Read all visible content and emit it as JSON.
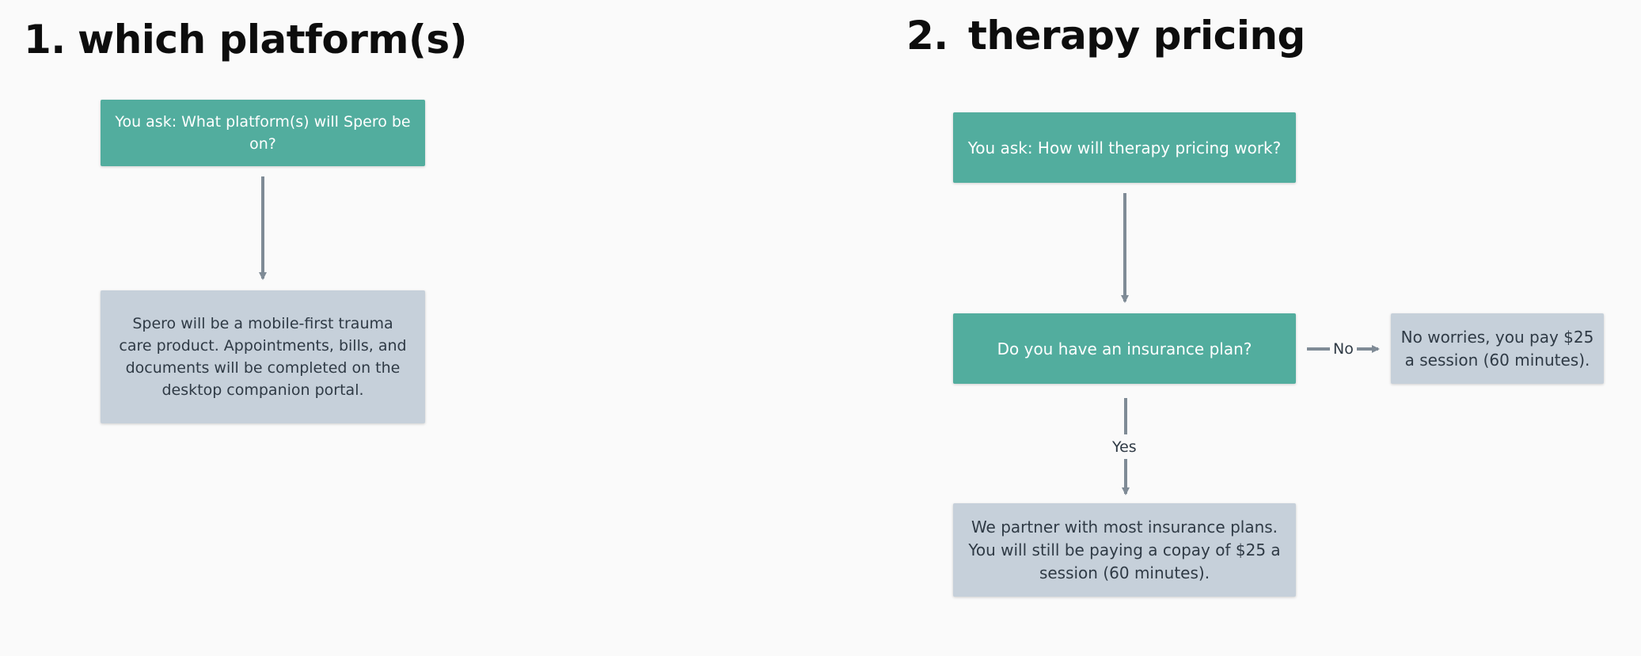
{
  "colors": {
    "background": "#fafafa",
    "question_box": "#52ad9e",
    "answer_box": "#c6d0da",
    "connector": "#7f8b96",
    "heading_text": "#0d0d0d"
  },
  "section1": {
    "number": "1.",
    "title": "which platform(s)",
    "question": "You ask: What platform(s) will Spero be on?",
    "answer": "Spero will be a mobile-first trauma care product. Appointments, bills, and documents will be completed on the desktop companion portal."
  },
  "section2": {
    "number": "2.",
    "title": "therapy pricing",
    "question": "You ask: How will therapy pricing work?",
    "decision": "Do you have an insurance plan?",
    "no_label": "No",
    "no_answer": "No worries, you pay $25 a session (60 minutes).",
    "yes_label": "Yes",
    "yes_answer": "We partner with most insurance plans. You will still be paying a copay of $25 a session (60 minutes)."
  }
}
